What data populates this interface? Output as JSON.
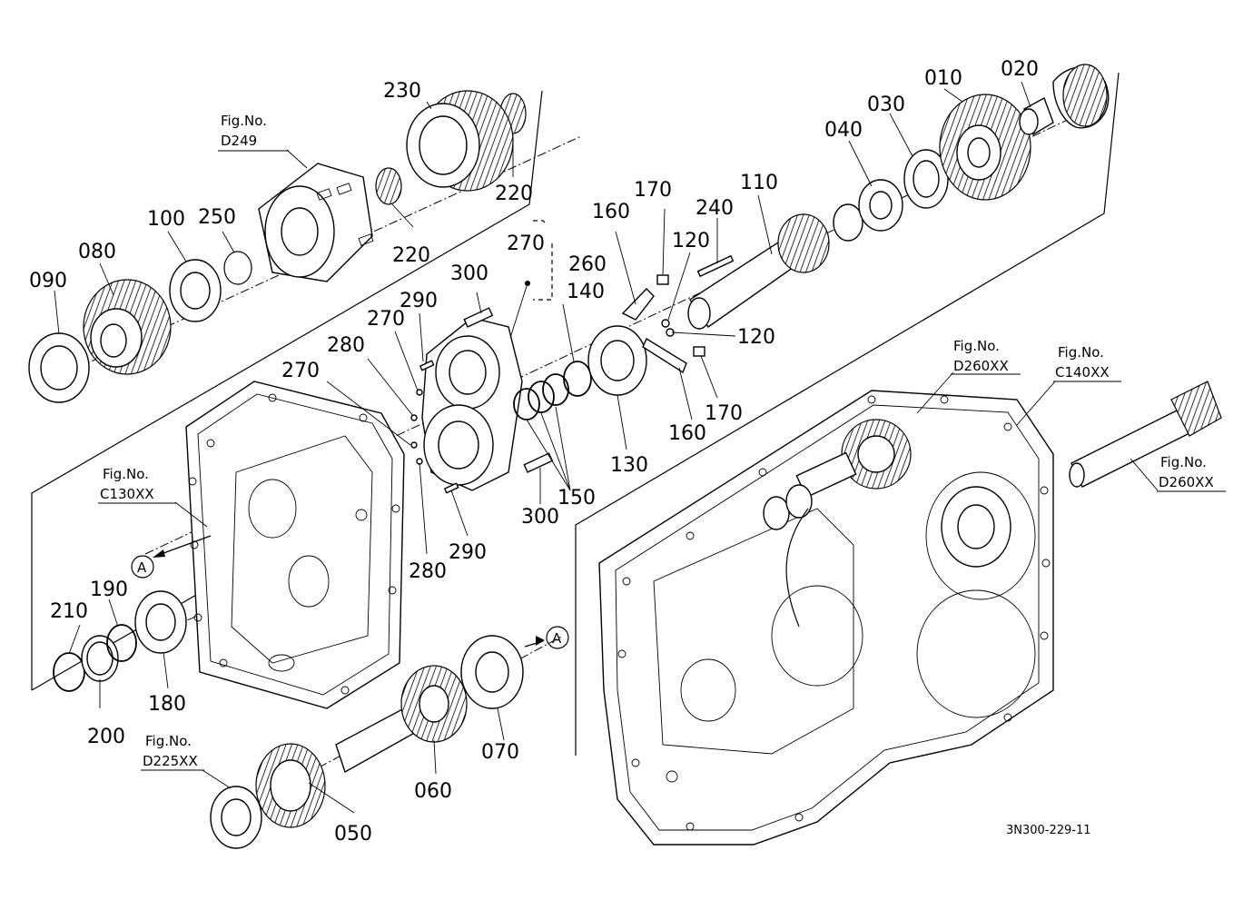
{
  "labels": {
    "p010": "010",
    "p020": "020",
    "p030": "030",
    "p040": "040",
    "p050": "050",
    "p060": "060",
    "p070": "070",
    "p080": "080",
    "p090": "090",
    "p100": "100",
    "p110": "110",
    "p120a": "120",
    "p120b": "120",
    "p130": "130",
    "p140": "140",
    "p150": "150",
    "p160a": "160",
    "p160b": "160",
    "p170a": "170",
    "p170b": "170",
    "p180": "180",
    "p190": "190",
    "p200": "200",
    "p210": "210",
    "p220a": "220",
    "p220b": "220",
    "p230": "230",
    "p240": "240",
    "p250": "250",
    "p260": "260",
    "p270a": "270",
    "p270b": "270",
    "p270c": "270",
    "p280a": "280",
    "p280b": "280",
    "p290a": "290",
    "p290b": "290",
    "p300a": "300",
    "p300b": "300"
  },
  "fig_refs": {
    "d249": {
      "prefix": "Fig.No.",
      "code": "D249"
    },
    "c130": {
      "prefix": "Fig.No.",
      "code": "C130XX"
    },
    "d225": {
      "prefix": "Fig.No.",
      "code": "D225XX"
    },
    "d260a": {
      "prefix": "Fig.No.",
      "code": "D260XX"
    },
    "c140": {
      "prefix": "Fig.No.",
      "code": "C140XX"
    },
    "d260b": {
      "prefix": "Fig.No.",
      "code": "D260XX"
    }
  },
  "markers": {
    "a1": "A",
    "a2": "A"
  },
  "drawing_code": "3N300-229-11"
}
